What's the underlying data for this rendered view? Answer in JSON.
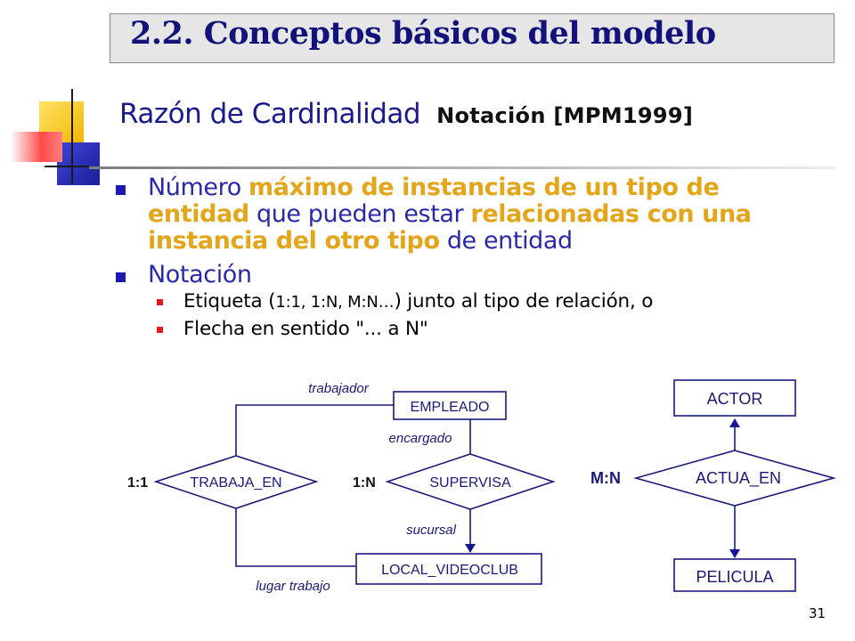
{
  "title": "2.2. Conceptos básicos del modelo",
  "subtitle": {
    "main": "Razón de Cardinalidad",
    "notation": "Notación [MPM1999]"
  },
  "bullet1": {
    "p1": "Número ",
    "p2": "máximo de instancias de un tipo de entidad",
    "p3": " que pueden estar ",
    "p4": "relacionadas con una instancia del otro tipo",
    "p5": " de entidad"
  },
  "bullet2": {
    "label": "Notación"
  },
  "sub1": {
    "a": "Etiqueta (",
    "b": "1:1, 1:N, M:N…",
    "c": ") junto al tipo de relación, o"
  },
  "sub2": {
    "text": "Flecha en sentido \"... a N\""
  },
  "diagram": {
    "entities": {
      "empleado": "EMPLEADO",
      "local": "LOCAL_VIDEOCLUB",
      "actor": "ACTOR",
      "pelicula": "PELICULA"
    },
    "relationships": {
      "trabaja": "TRABAJA_EN",
      "supervisa": "SUPERVISA",
      "actua": "ACTUA_EN"
    },
    "roles": {
      "trabajador": "trabajador",
      "encargado": "encargado",
      "sucursal": "sucursal",
      "lugar": "lugar  trabajo"
    },
    "cardinalities": {
      "c11": "1:1",
      "c1n": "1:N",
      "cmn": "M:N"
    }
  },
  "page_number": "31",
  "colors": {
    "title_text": "#12127a",
    "bullet_text": "#2a2aa8",
    "highlight": "#e3a51a",
    "diagram_line": "#1a1a7a",
    "arrow": "#16169a"
  }
}
